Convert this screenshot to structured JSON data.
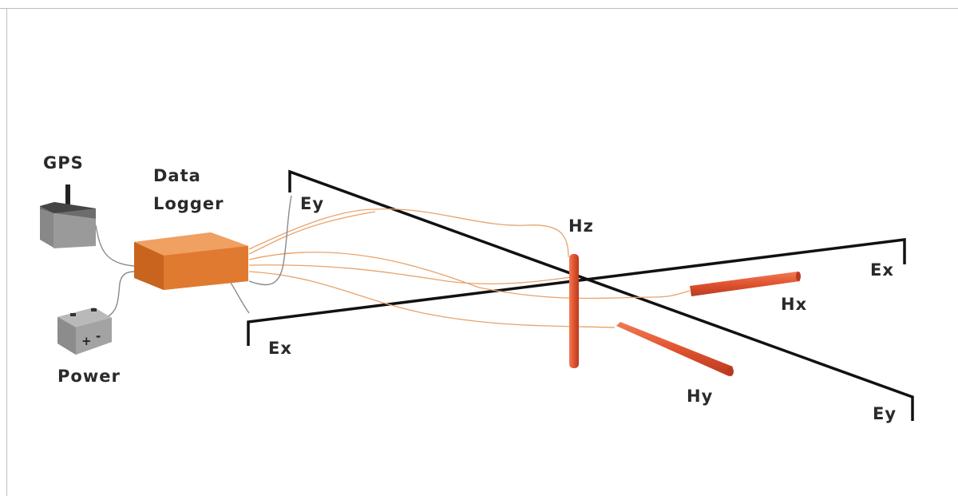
{
  "labels": {
    "gps": "GPS",
    "data_logger_line1": "Data",
    "data_logger_line2": "Logger",
    "power": "Power",
    "battery_plus": "+",
    "battery_minus": "-",
    "ey_left": "Ey",
    "ey_right": "Ey",
    "ex_left": "Ex",
    "ex_right": "Ex",
    "hz": "Hz",
    "hx": "Hx",
    "hy": "Hy"
  },
  "colors": {
    "logger_orange": "#e07a30",
    "coil_red": "#e0532f",
    "cable_orange": "#e8a26a",
    "cable_gray": "#8a8a8a",
    "dipole_black": "#111111"
  }
}
